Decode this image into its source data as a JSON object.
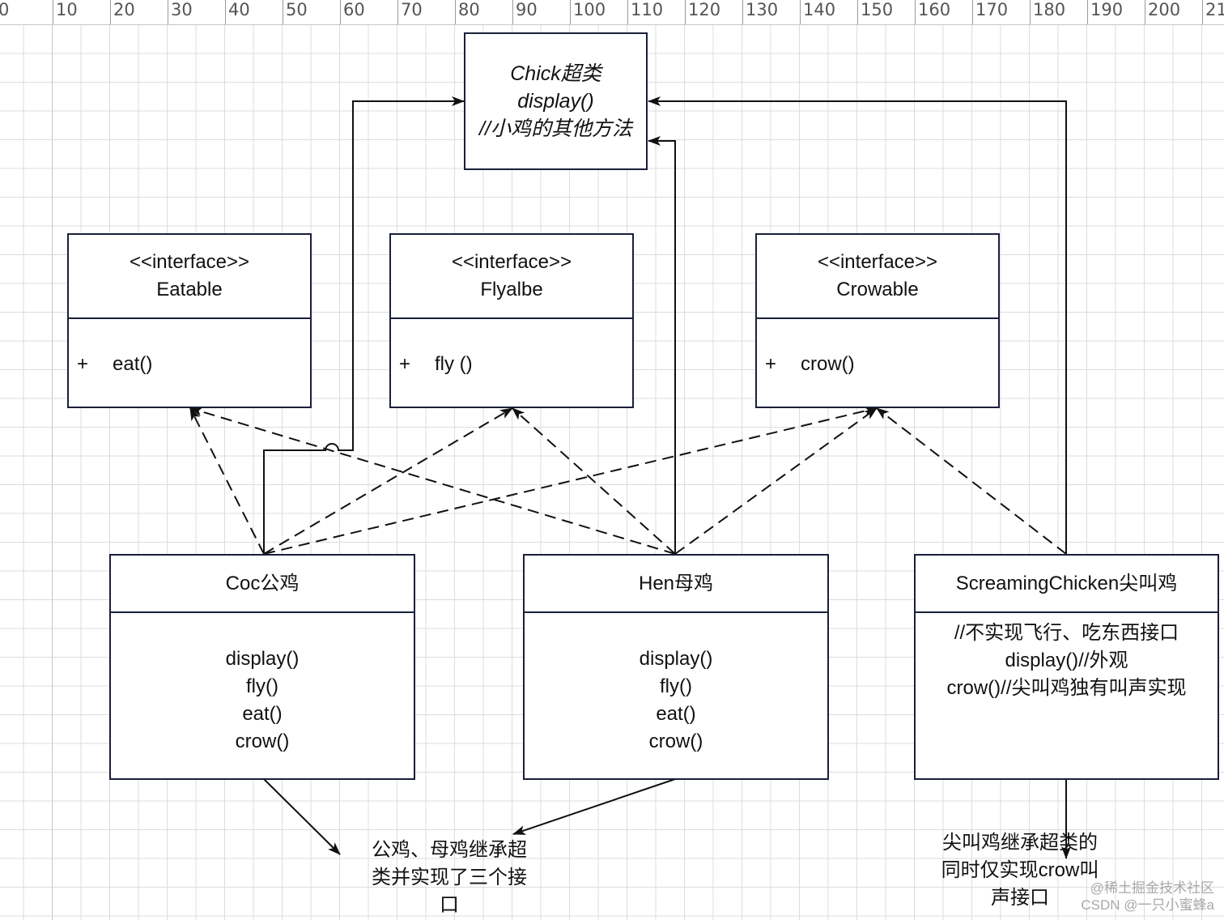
{
  "ruler": {
    "ticks": [
      "0",
      "10",
      "20",
      "30",
      "40",
      "50",
      "60",
      "70",
      "80",
      "90",
      "100",
      "110",
      "120",
      "130",
      "140",
      "150",
      "160",
      "170",
      "180",
      "190",
      "200",
      "21"
    ]
  },
  "superclass": {
    "lines": [
      "Chick超类",
      "display()",
      "//小鸡的其他方法"
    ]
  },
  "interfaces": [
    {
      "stereotype": "<<interface>>",
      "name": "Eatable",
      "visibility": "+",
      "method": "eat()"
    },
    {
      "stereotype": "<<interface>>",
      "name": "Flyalbe",
      "visibility": "+",
      "method": "fly ()"
    },
    {
      "stereotype": "<<interface>>",
      "name": "Crowable",
      "visibility": "+",
      "method": "crow()"
    }
  ],
  "classes": [
    {
      "name": "Coc公鸡",
      "methods": [
        "display()",
        "fly()",
        "eat()",
        "crow()"
      ]
    },
    {
      "name": "Hen母鸡",
      "methods": [
        "display()",
        "fly()",
        "eat()",
        "crow()"
      ]
    },
    {
      "name": "ScreamingChicken尖叫鸡",
      "methods": [
        "//不实现飞行、吃东西接口",
        "display()//外观",
        "crow()//尖叫鸡独有叫声实现"
      ]
    }
  ],
  "notes": {
    "left": [
      "公鸡、母鸡继承超",
      "类并实现了三个接",
      "口"
    ],
    "right": [
      "尖叫鸡继承超类的",
      "同时仅实现crow叫",
      "声接口"
    ]
  },
  "watermark": {
    "line1": "@稀土掘金技术社区",
    "line2": "CSDN @一只小蜜蜂a"
  }
}
